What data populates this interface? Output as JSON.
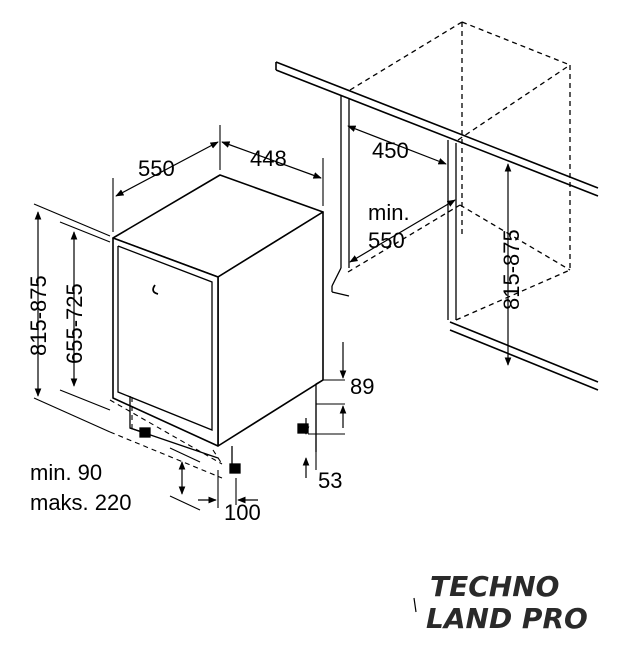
{
  "dimensions": {
    "depth": "550",
    "width": "448",
    "niche_width": "450",
    "niche_depth_line1": "min.",
    "niche_depth_line2": "550",
    "niche_height": "815-875",
    "appliance_height": "815-875",
    "door_height": "655-725",
    "plinth_height": "89",
    "foot_height": "53",
    "door_overhang_line1": "min. 90",
    "door_overhang_line2": "maks. 220",
    "side_offset": "100"
  },
  "logo": {
    "line1": "TECHNO",
    "line2": "LAND PRO"
  }
}
